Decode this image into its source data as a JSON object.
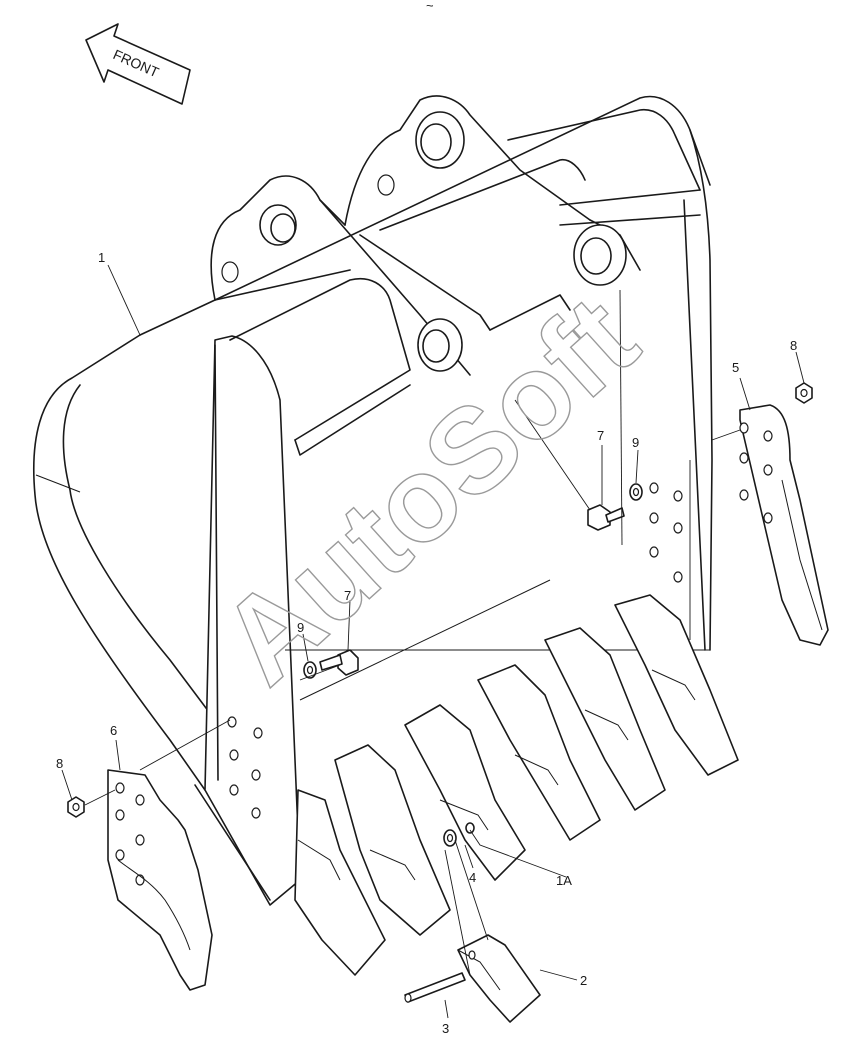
{
  "front_label": "FRONT",
  "watermark": "AutoSoft",
  "page_mark": "~",
  "callouts": [
    {
      "id": "c1",
      "text": "1"
    },
    {
      "id": "c1a",
      "text": "1A"
    },
    {
      "id": "c2",
      "text": "2"
    },
    {
      "id": "c3",
      "text": "3"
    },
    {
      "id": "c4",
      "text": "4"
    },
    {
      "id": "c5",
      "text": "5"
    },
    {
      "id": "c6",
      "text": "6"
    },
    {
      "id": "c7a",
      "text": "7"
    },
    {
      "id": "c7b",
      "text": "7"
    },
    {
      "id": "c8a",
      "text": "8"
    },
    {
      "id": "c8b",
      "text": "8"
    },
    {
      "id": "c9a",
      "text": "9"
    },
    {
      "id": "c9b",
      "text": "9"
    }
  ]
}
